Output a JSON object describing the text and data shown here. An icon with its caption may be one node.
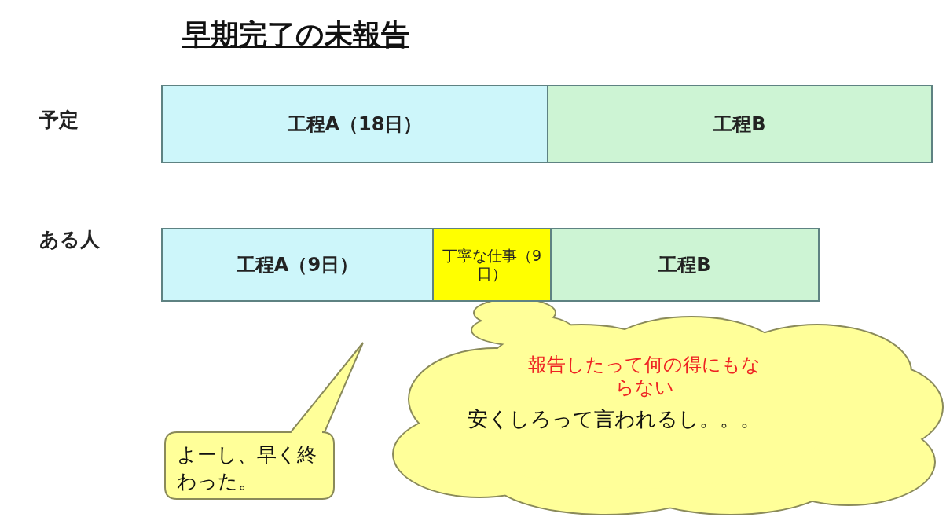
{
  "diagram": {
    "title": "早期完了の未報告",
    "nodes": [
      {
        "text": [
          "工程A（18日）"
        ]
      },
      {
        "text": [
          "工程B"
        ]
      },
      {
        "text": [
          "工程A（9日）"
        ]
      },
      {
        "text": [
          "丁寧な仕事（9日）"
        ]
      },
      {
        "text": [
          "工程B"
        ]
      },
      {
        "text": [
          "よーし、早く終わった。"
        ]
      },
      {
        "text": [
          "報告したって何の得にもならない",
          "安くしろって言われるし。。。"
        ]
      }
    ],
    "labels": [
      "予定",
      "ある人"
    ]
  }
}
